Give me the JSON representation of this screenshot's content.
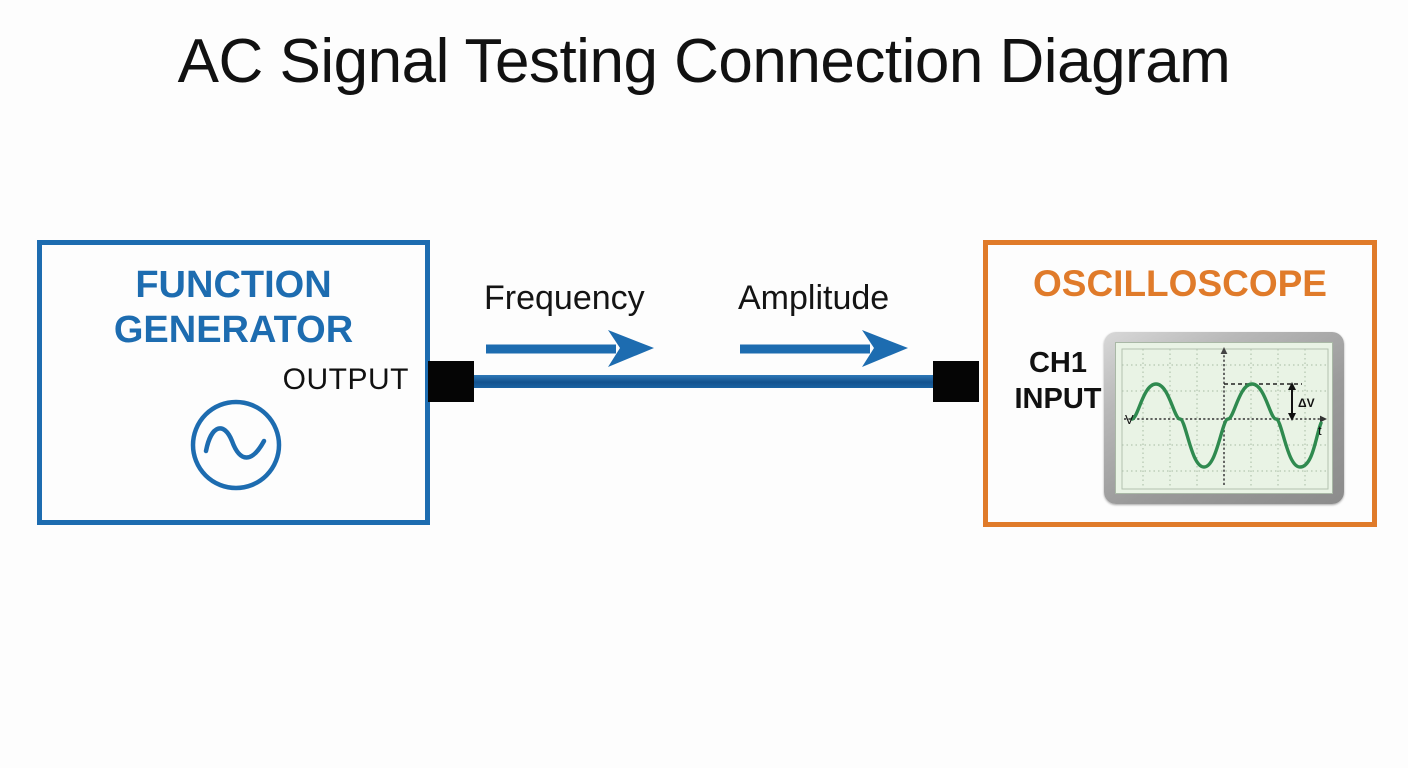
{
  "page": {
    "title": "AC Signal Testing Connection Diagram",
    "background_color": "#fdfdfd"
  },
  "function_generator": {
    "title_line1": "FUNCTION",
    "title_line2": "GENERATOR",
    "output_label": "OUTPUT",
    "icon": "sine-wave-circle-icon",
    "border_color": "#1d6cb0",
    "text_color": "#1d6cb0"
  },
  "oscilloscope": {
    "title": "OSCILLOSCOPE",
    "input_label_line1": "CH1",
    "input_label_line2": "INPUT",
    "border_color": "#e07b2a",
    "text_color": "#e07b2a",
    "screen": {
      "waveform_color": "#2f8a4f",
      "background_color": "#e9f3e5",
      "bezel_color": "#9a9a9a",
      "axis_label_voltage": "V",
      "axis_label_time": "t",
      "measurement_label": "ΔV",
      "cycles": 2.2
    }
  },
  "connection": {
    "cable_color": "#1a63a3",
    "connector_color": "#050505",
    "flows": [
      {
        "label": "Frequency",
        "direction": "right"
      },
      {
        "label": "Amplitude",
        "direction": "right"
      }
    ]
  }
}
